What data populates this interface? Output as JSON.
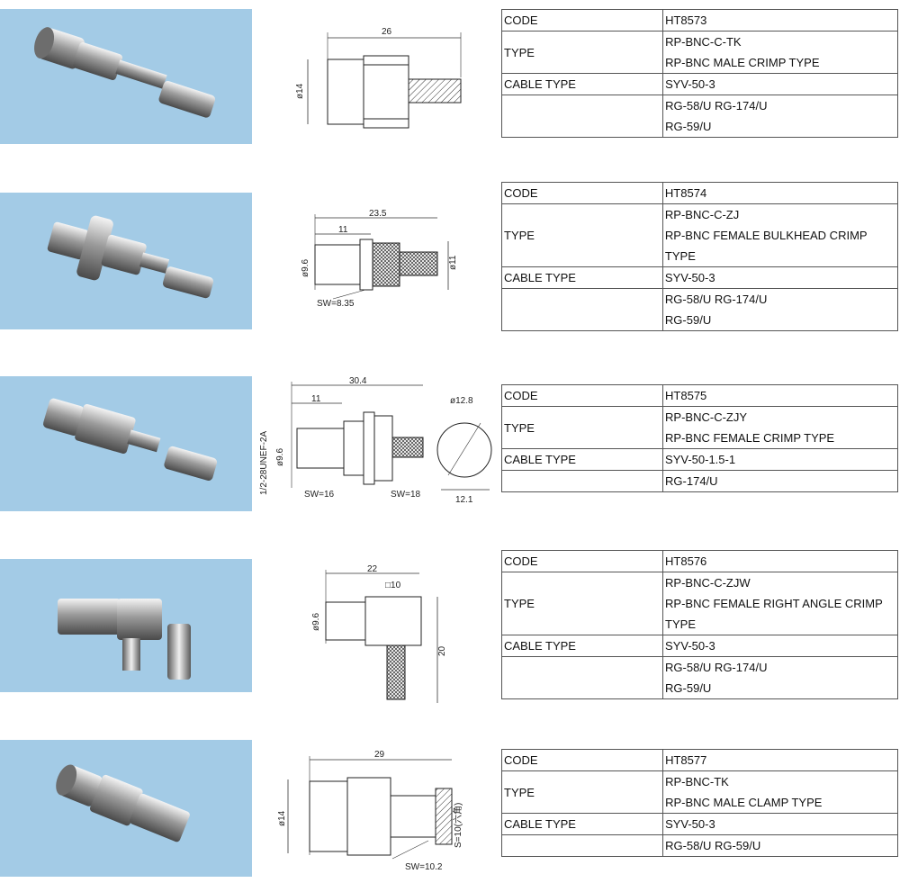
{
  "labels": {
    "code": "CODE",
    "type": "TYPE",
    "cable_type": "CABLE TYPE"
  },
  "products": [
    {
      "code": "HT8573",
      "type_lines": [
        "RP-BNC-C-TK",
        "RP-BNC MALE CRIMP TYPE"
      ],
      "cable_lines": [
        "SYV-50-3",
        "RG-58/U RG-174/U",
        "RG-59/U"
      ],
      "dims": {
        "length": "26",
        "dia": "ø14"
      }
    },
    {
      "code": "HT8574",
      "type_lines": [
        "RP-BNC-C-ZJ",
        "RP-BNC FEMALE BULKHEAD CRIMP",
        "TYPE"
      ],
      "cable_lines": [
        "SYV-50-3",
        "RG-58/U RG-174/U",
        "RG-59/U"
      ],
      "dims": {
        "length": "23.5",
        "length2": "11",
        "dia": "ø9.6",
        "dia2": "ø11",
        "sw": "SW=8.35"
      }
    },
    {
      "code": "HT8575",
      "type_lines": [
        "RP-BNC-C-ZJY",
        "RP-BNC FEMALE CRIMP TYPE"
      ],
      "cable_lines": [
        "SYV-50-1.5-1",
        "RG-174/U"
      ],
      "dims": {
        "length": "30.4",
        "length2": "11",
        "dia": "ø9.6",
        "thread": "1/2-28UNEF-2A",
        "sw": "SW=16",
        "sw2": "SW=18",
        "dia2": "ø12.8",
        "flat": "12.1"
      }
    },
    {
      "code": "HT8576",
      "type_lines": [
        "RP-BNC-C-ZJW",
        "RP-BNC FEMALE RIGHT ANGLE CRIMP",
        "TYPE"
      ],
      "cable_lines": [
        "SYV-50-3",
        "RG-58/U RG-174/U",
        "RG-59/U"
      ],
      "dims": {
        "length": "22",
        "square": "□10",
        "dia": "ø9.6",
        "height": "20"
      }
    },
    {
      "code": "HT8577",
      "type_lines": [
        "RP-BNC-TK",
        "RP-BNC MALE CLAMP TYPE"
      ],
      "cable_lines": [
        "SYV-50-3",
        "RG-58/U RG-59/U"
      ],
      "dims": {
        "length": "29",
        "dia": "ø14",
        "hex": "S=10(六角)",
        "sw": "SW=10.2"
      }
    }
  ]
}
